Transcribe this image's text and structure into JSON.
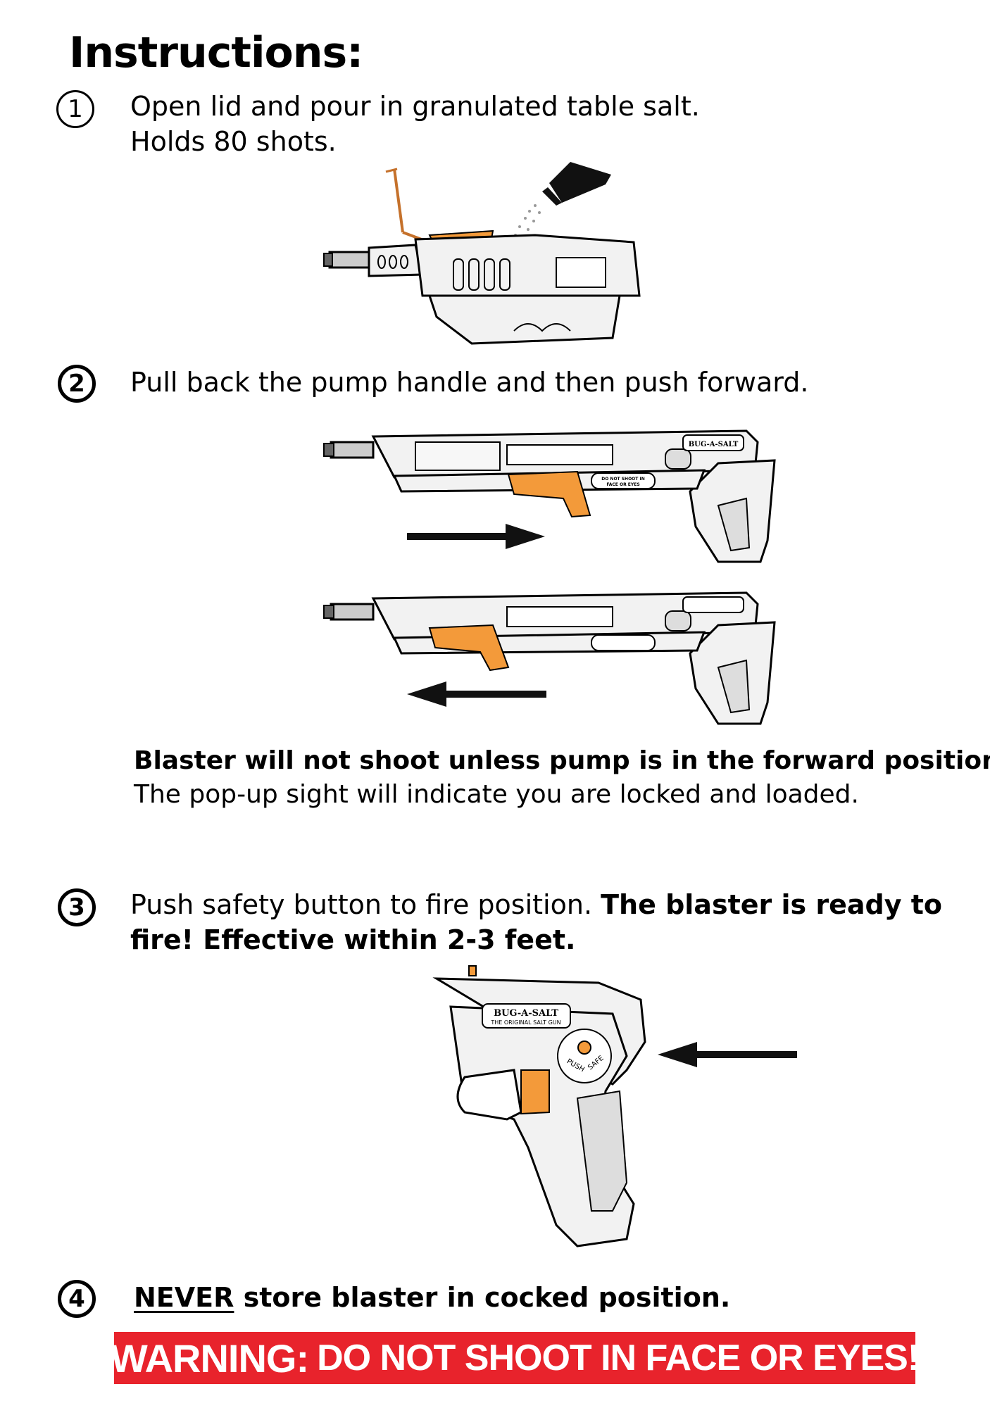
{
  "title": "Instructions:",
  "steps": {
    "s1": {
      "number": "1",
      "line1": "Open lid and pour in granulated table salt.",
      "line2": "Holds 80 shots."
    },
    "s2": {
      "number": "2",
      "line1": "Pull back the pump handle and then push forward."
    },
    "note": {
      "bold": "Blaster will not shoot unless pump is in the forward position.",
      "normal": "The pop-up sight will indicate you are locked and loaded."
    },
    "s3": {
      "number": "3",
      "normal": "Push safety button to fire position. ",
      "bold1": "The blaster is ready to",
      "bold2": "fire! Effective within 2-3 feet."
    },
    "s4": {
      "number": "4",
      "never": "NEVER",
      "rest": " store blaster in cocked position."
    }
  },
  "warning": {
    "label": "WARNING:",
    "text": "DO NOT SHOOT IN FACE OR EYES!"
  },
  "gun_labels": {
    "brand": "BUG-A-SALT",
    "tagline": "THE ORIGINAL SALT GUN",
    "warning_small_1": "DO NOT SHOOT IN",
    "warning_small_2": "FACE OR EYES",
    "safety_push": "PUSH",
    "safety_safe": "SAFE"
  },
  "colors": {
    "accent_orange": "#f39a3a",
    "warning_red": "#e8232c",
    "gun_grey": "#f1f1f1"
  },
  "icons": [
    "salt-shaker-icon",
    "arrow-right-icon",
    "arrow-left-icon",
    "arrow-left-icon"
  ]
}
